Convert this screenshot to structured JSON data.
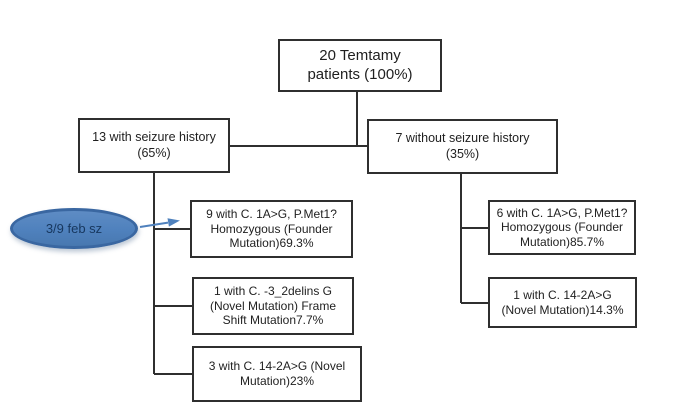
{
  "diagram": {
    "root": {
      "label": "20 Temtamy\npatients (100%)"
    },
    "left_branch": {
      "label": "13 with seizure history\n(65%)",
      "children": [
        {
          "label": "9 with C. 1A>G, P.Met1?\nHomozygous (Founder\nMutation)69.3%"
        },
        {
          "label": "1 with C. -3_2delins G\n(Novel Mutation) Frame\nShift Mutation7.7%"
        },
        {
          "label": "3 with C. 14-2A>G (Novel\nMutation)23%"
        }
      ]
    },
    "right_branch": {
      "label": "7 without seizure history\n(35%)",
      "children": [
        {
          "label": "6 with C. 1A>G, P.Met1?\nHomozygous (Founder\nMutation)85.7%"
        },
        {
          "label": "1 with C. 14-2A>G\n(Novel Mutation)14.3%"
        }
      ]
    },
    "annotation": {
      "label": "3/9 feb sz"
    }
  },
  "colors": {
    "background": "#ffffff",
    "box_border": "#2f2f2f",
    "connector": "#2f2f2f",
    "box_text": "#1f1f1f",
    "ellipse_fill": "#4f81bd",
    "ellipse_border": "#3a67a1",
    "ellipse_text": "#17375e",
    "arrow": "#4f81bd"
  }
}
